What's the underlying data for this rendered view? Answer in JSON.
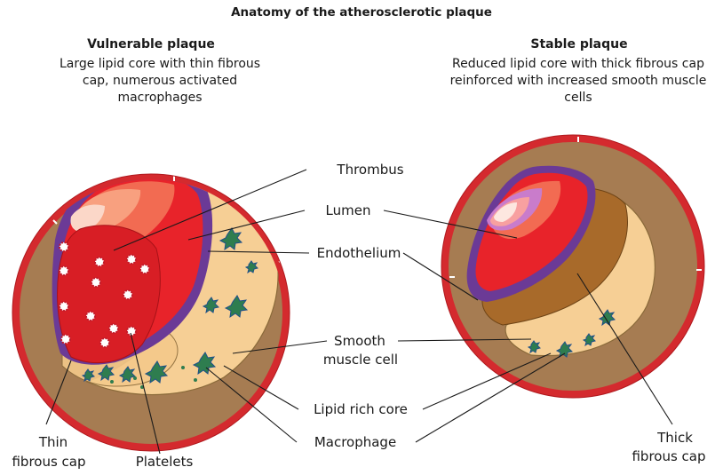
{
  "title": "Anatomy of the atherosclerotic plaque",
  "vulnerable": {
    "heading": "Vulnerable plaque",
    "description": "Large lipid core with thin fibrous cap, numerous activated macrophages"
  },
  "stable": {
    "heading": "Stable plaque",
    "description": "Reduced lipid core with thick fibrous cap reinforced with increased smooth muscle cells"
  },
  "labels": {
    "thrombus": "Thrombus",
    "lumen": "Lumen",
    "endothelium": "Endothelium",
    "smooth_muscle_1": "Smooth",
    "smooth_muscle_2": "muscle cell",
    "lipid_core": "Lipid rich core",
    "macrophage": "Macrophage",
    "thin_cap_1": "Thin",
    "thin_cap_2": "fibrous cap",
    "platelets": "Platelets",
    "thick_cap_1": "Thick",
    "thick_cap_2": "fibrous cap"
  },
  "colors": {
    "vessel_wall_outer": "#d42a2e",
    "vessel_media": "#a67c52",
    "lipid_core": "#f6cf95",
    "endothelium": "#6b3a96",
    "lumen": "#e8232a",
    "thrombus": "#d81e25",
    "macrophage": "#2e7d4f",
    "smooth_muscle": "#8b2a1f",
    "fibrous_cap_thick": "#a86a2a"
  }
}
